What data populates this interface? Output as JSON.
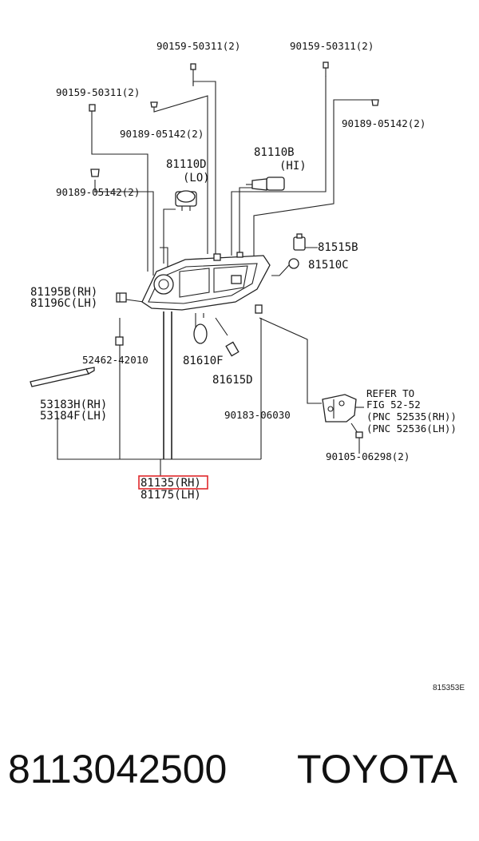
{
  "parts": {
    "screw_top_left": "90159-50311(2)",
    "screw_top_right": "90159-50311(2)",
    "screw_left": "90159-50311(2)",
    "clip_left_upper": "90189-05142(2)",
    "clip_right": "90189-05142(2)",
    "clip_left_lower": "90189-05142(2)",
    "bulb_lo_number": "81110D",
    "bulb_lo_note": "(LO)",
    "bulb_hi_number": "81110B",
    "bulb_hi_note": "(HI)",
    "socket": "81515B",
    "grommet": "81510C",
    "bracket_rh": "81195B(RH)",
    "bracket_lh": "81196C(LH)",
    "retainer": "52462-42010",
    "bulb_side": "81610F",
    "bulb_small": "81615D",
    "molding_rh": "53183H(RH)",
    "molding_lh": "53184F(LH)",
    "screw_mid": "90183-06030",
    "refer_line1": "REFER TO",
    "refer_line2": "FIG 52-52",
    "refer_line3": "(PNC 52535(RH))",
    "refer_line4": "(PNC 52536(LH))",
    "bolt_bottom": "90105-06298(2)",
    "assembly_rh": "81135(RH)",
    "assembly_lh": "81175(LH)"
  },
  "figure_code": "815353E",
  "footer": {
    "part_number": "8113042500",
    "brand": "TOYOTA"
  },
  "colors": {
    "highlight": "#e0282b",
    "line": "#222222"
  }
}
